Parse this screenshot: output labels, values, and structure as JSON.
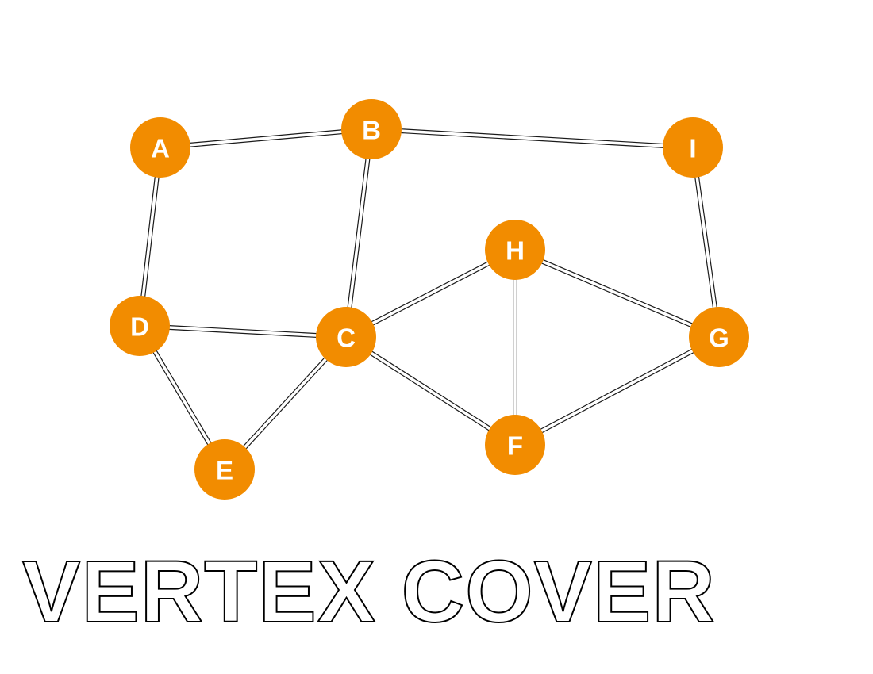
{
  "title": "VERTEX COVER",
  "colors": {
    "node_fill": "#f28c00",
    "node_label": "#ffffff",
    "edge_outline": "#1a1a1a",
    "edge_fill": "#ffffff",
    "title_fill": "#ffffff",
    "title_outline": "#000000"
  },
  "graph": {
    "nodes": [
      "A",
      "B",
      "I",
      "H",
      "D",
      "C",
      "G",
      "E",
      "F"
    ],
    "edges": [
      [
        "A",
        "B"
      ],
      [
        "B",
        "I"
      ],
      [
        "A",
        "D"
      ],
      [
        "B",
        "C"
      ],
      [
        "I",
        "G"
      ],
      [
        "D",
        "C"
      ],
      [
        "D",
        "E"
      ],
      [
        "E",
        "C"
      ],
      [
        "C",
        "H"
      ],
      [
        "C",
        "F"
      ],
      [
        "H",
        "F"
      ],
      [
        "H",
        "G"
      ],
      [
        "F",
        "G"
      ]
    ]
  }
}
